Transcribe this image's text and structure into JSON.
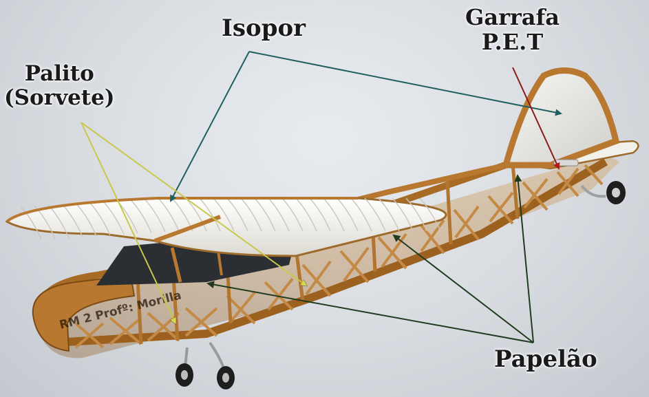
{
  "labels": {
    "isopor": "Isopor",
    "palito_line1": "Palito",
    "palito_line2": "(Sorvete)",
    "garrafa_line1": "Garrafa",
    "garrafa_line2": "P.E.T",
    "papelao": "Papelão"
  },
  "fuselage_text": "RM 2 Profº: Morilla",
  "colors": {
    "wood": "#b8782f",
    "wing_surface": "#f2f1ec",
    "canopy": "#2b2f33",
    "arrow_isopor": "#1f5f5f",
    "arrow_palito": "#c8c84a",
    "arrow_garrafa": "#8b1a1a",
    "arrow_papelao": "#1f3b1f"
  }
}
